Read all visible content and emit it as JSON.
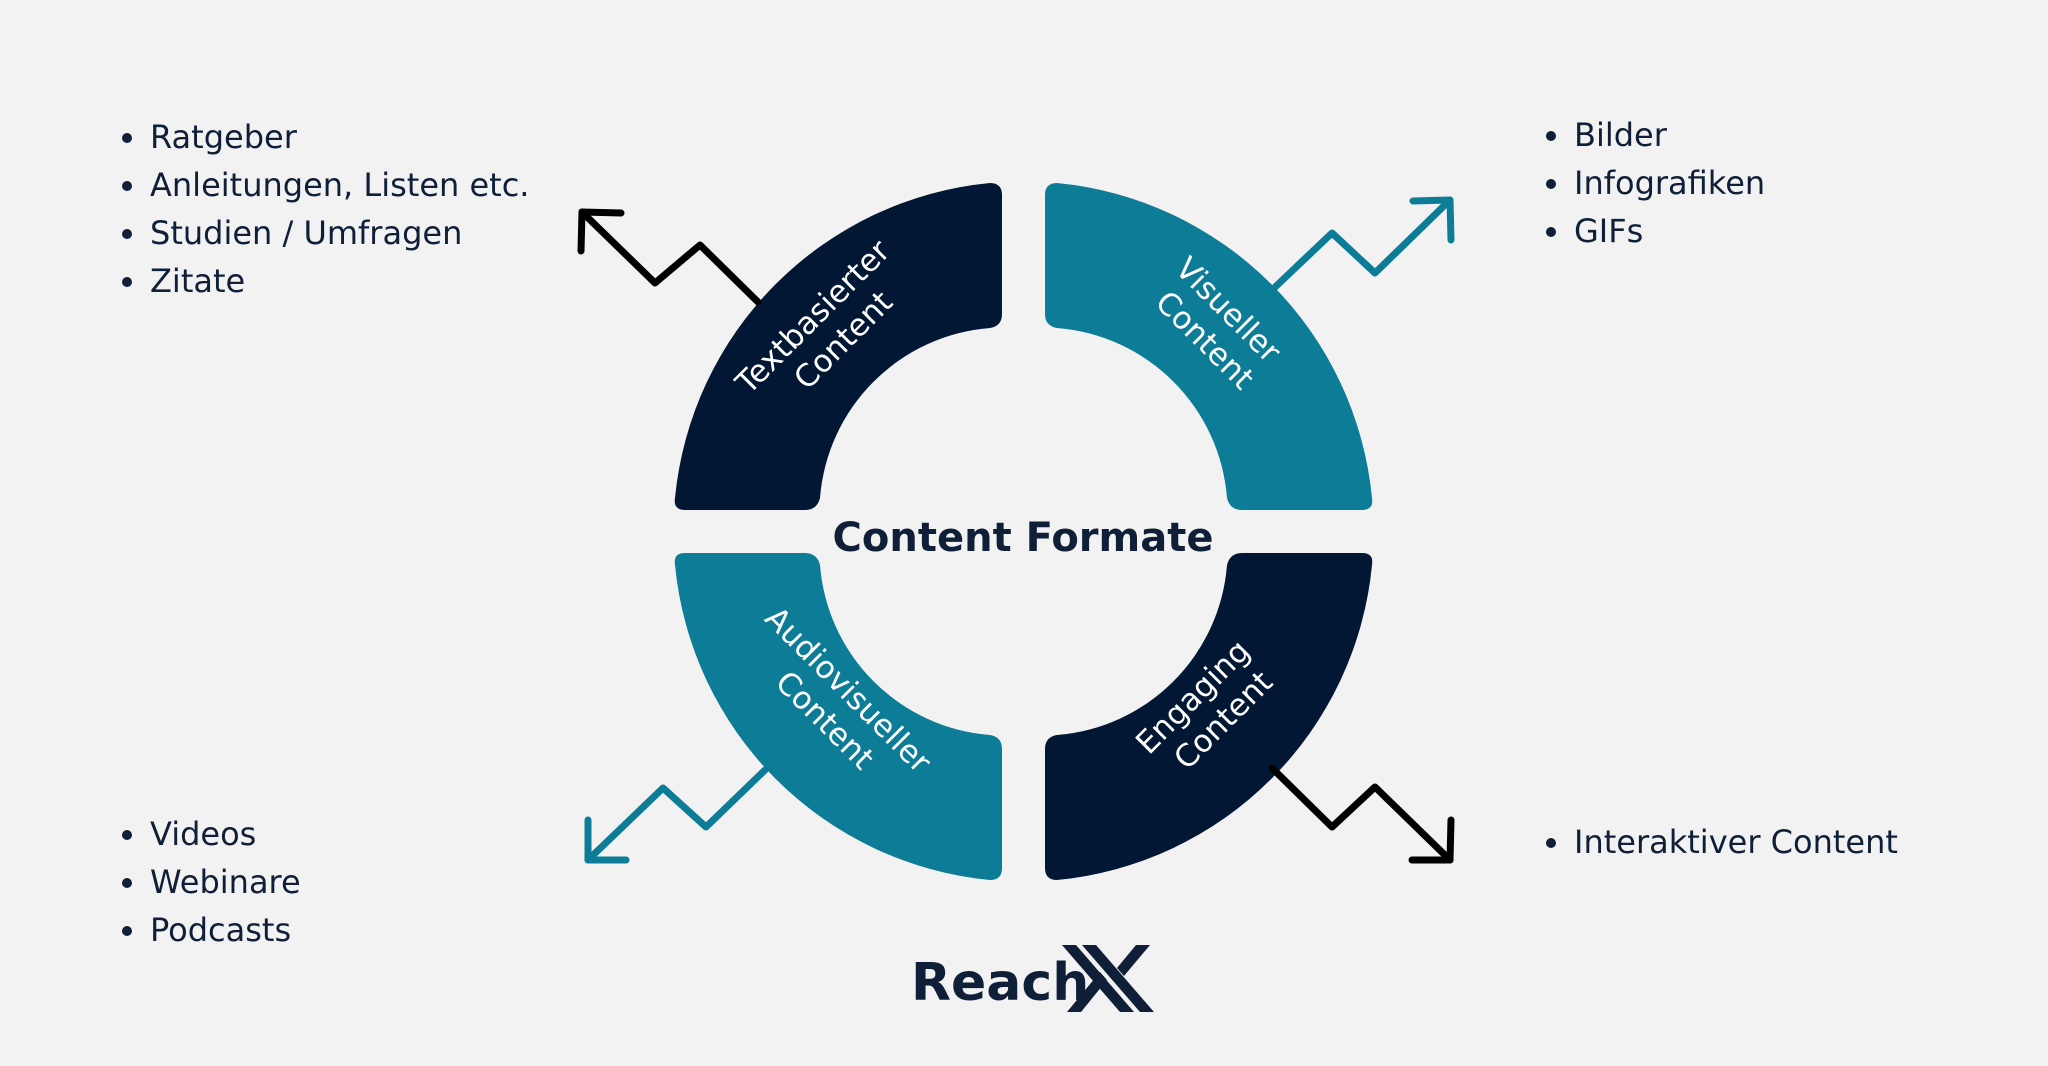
{
  "colors": {
    "background": "#f2f2f2",
    "dark_navy": "#021733",
    "teal": "#0d7c96",
    "text_dark": "#0f1f38",
    "arrow_black": "#000000"
  },
  "center_title": "Content Formate",
  "segments": [
    {
      "line1": "Textbasierter",
      "line2": "Content",
      "color": "dark_navy",
      "arrow": "black-zigzag-arrow-up-left"
    },
    {
      "line1": "Visueller",
      "line2": "Content",
      "color": "teal",
      "arrow": "teal-zigzag-arrow-up-right"
    },
    {
      "line1": "Audiovisueller",
      "line2": "Content",
      "color": "teal",
      "arrow": "teal-zigzag-arrow-down-left"
    },
    {
      "line1": "Engaging",
      "line2": "Content",
      "color": "dark_navy",
      "arrow": "black-zigzag-arrow-down-right"
    }
  ],
  "lists": {
    "text": [
      "Ratgeber",
      "Anleitungen, Listen etc.",
      "Studien / Umfragen",
      "Zitate"
    ],
    "visual": [
      "Bilder",
      "Infografiken",
      "GIFs"
    ],
    "audiovisual": [
      "Videos",
      "Webinare",
      "Podcasts"
    ],
    "engaging": [
      "Interaktiver Content"
    ]
  },
  "brand": {
    "name": "Reach",
    "mark": "X-logo-icon"
  }
}
